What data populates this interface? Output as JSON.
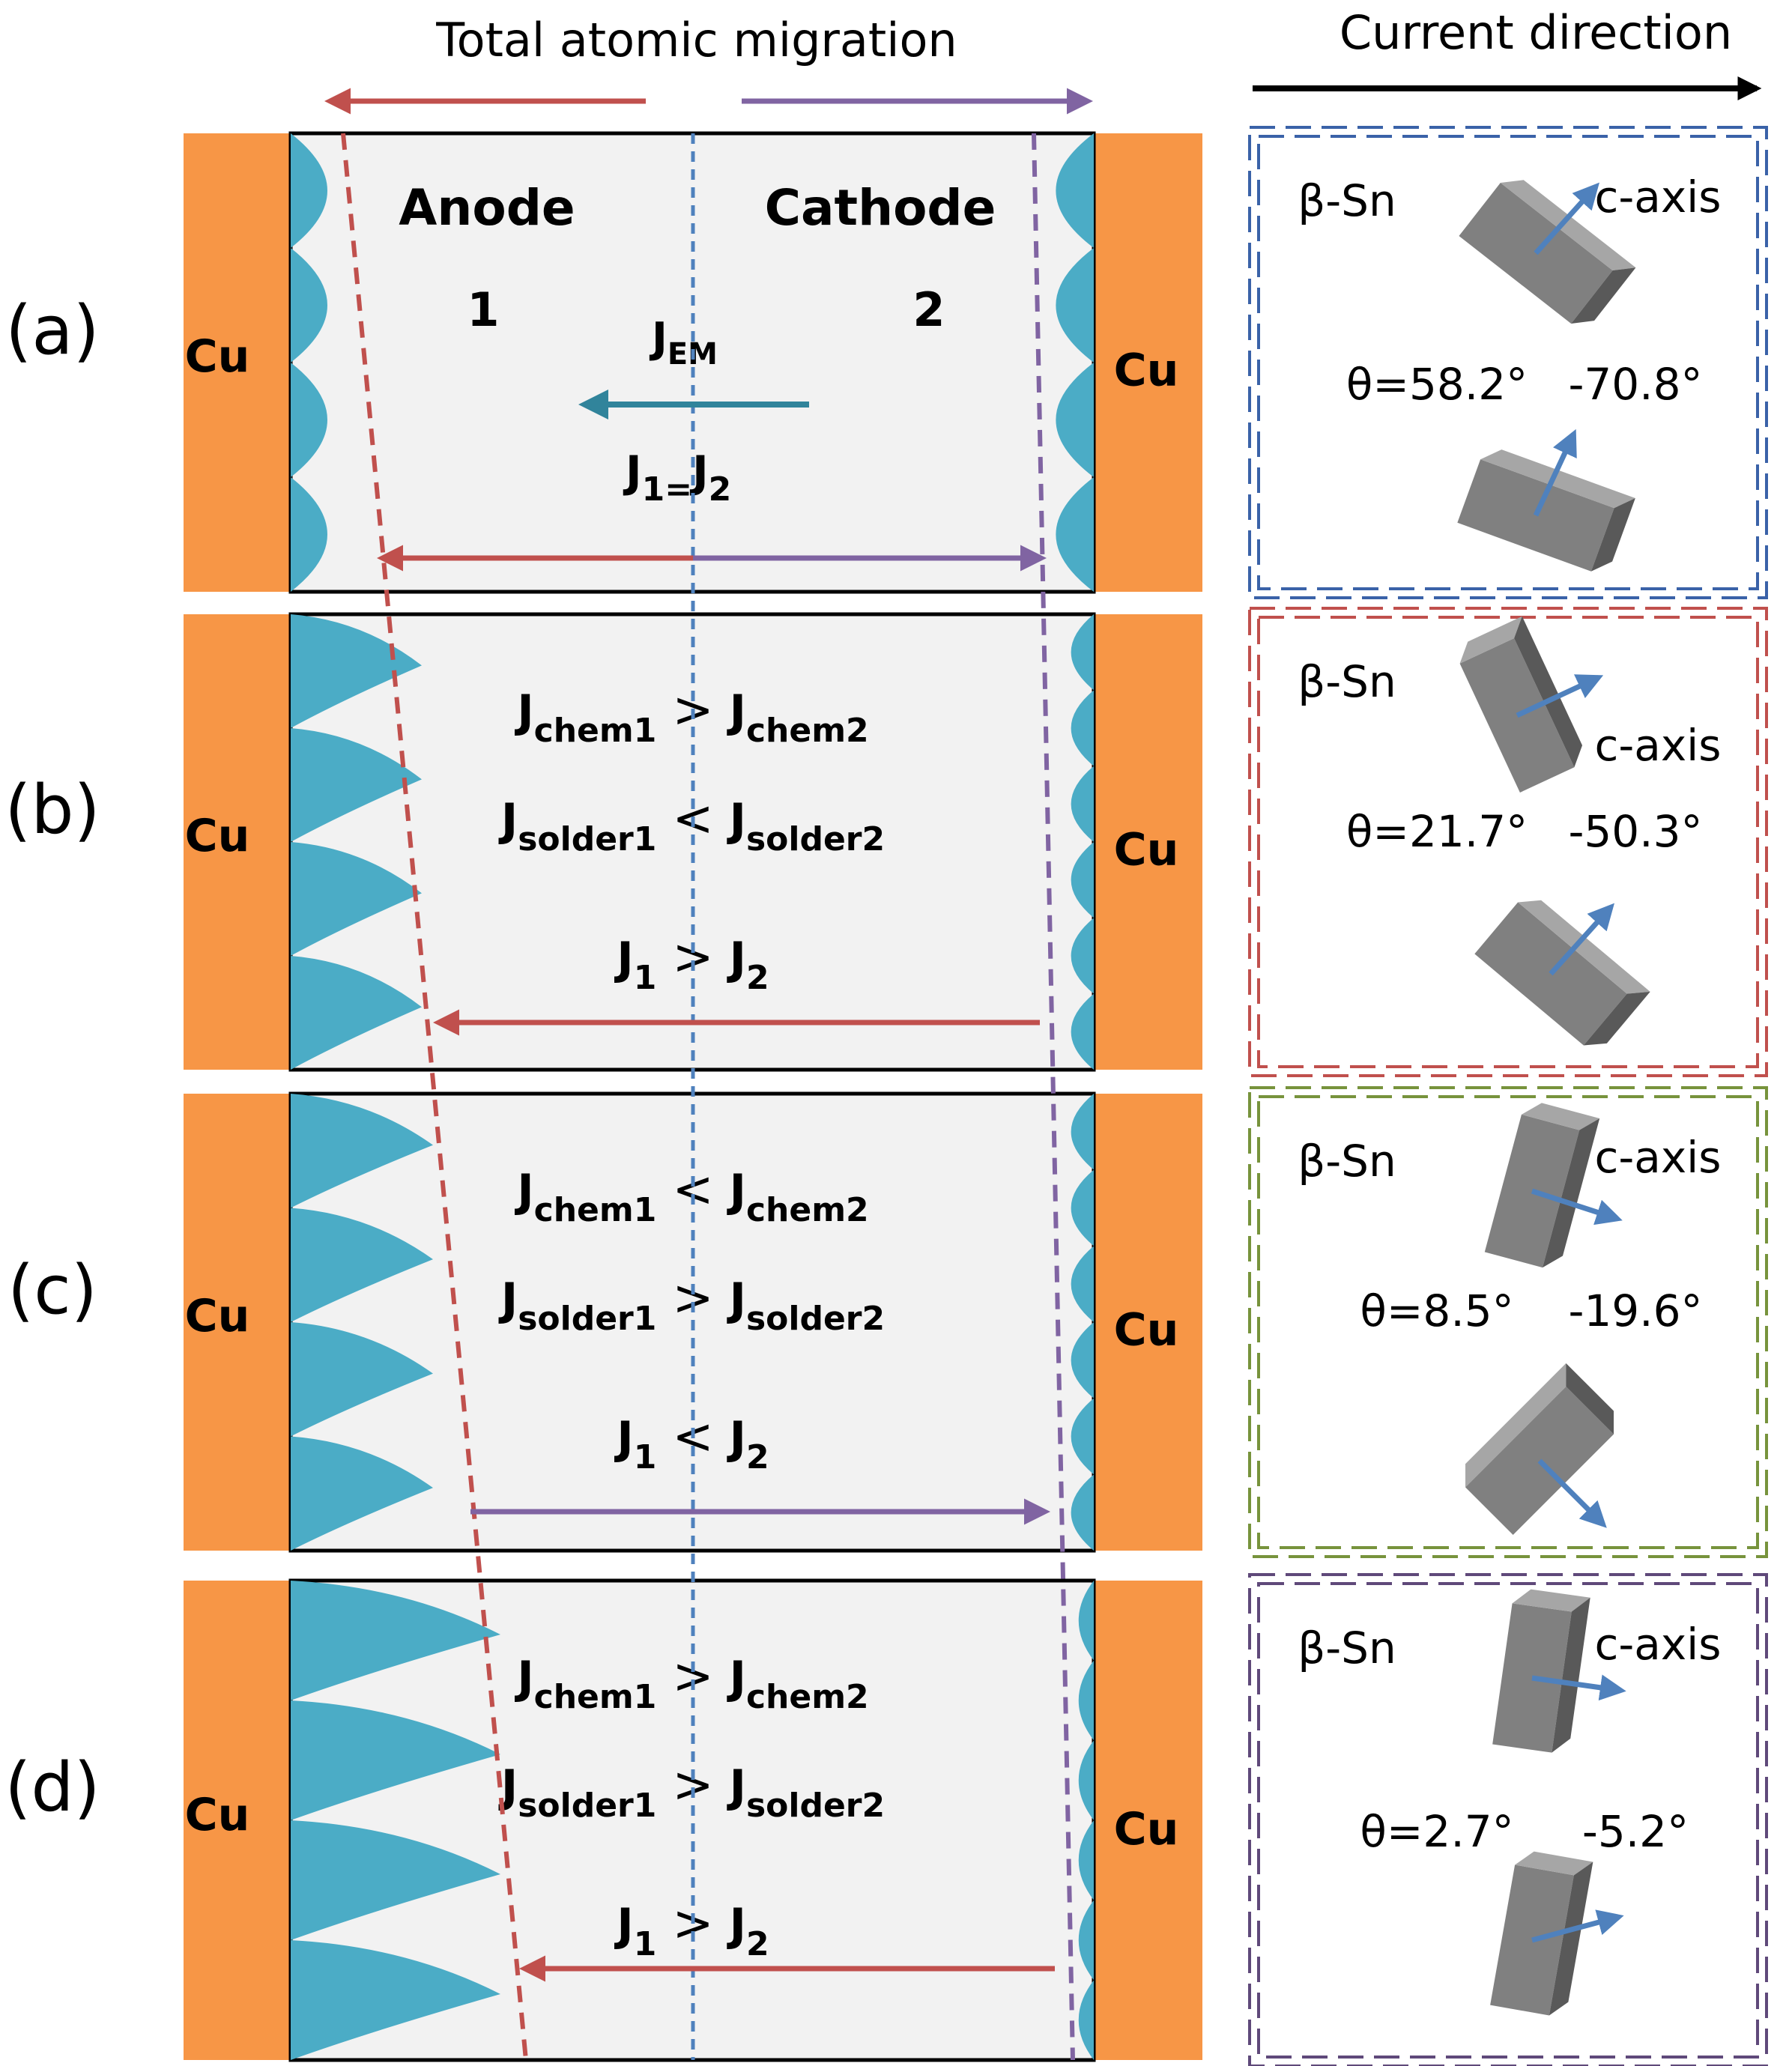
{
  "header": {
    "migration_title": "Total atomic migration",
    "current_title": "Current direction"
  },
  "common": {
    "cu_label": "Cu",
    "sn_label": "β-Sn",
    "caxis_label": "c-axis"
  },
  "panels": [
    {
      "letter": "(a)",
      "anode": "Anode",
      "cathode": "Cathode",
      "region1": "1",
      "region2": "2",
      "jem_main": "J",
      "jem_sub": "EM",
      "relations": [
        {
          "l_main": "J",
          "l_sub": "1=",
          "op": "",
          "r_main": "J",
          "r_sub": "2"
        }
      ],
      "theta1": "θ=58.2°",
      "theta2": "-70.8°",
      "frame_color": "#3a62a8"
    },
    {
      "letter": "(b)",
      "relations": [
        {
          "l_main": "J",
          "l_sub": "chem1",
          "op": ">",
          "r_main": "J",
          "r_sub": "chem2"
        },
        {
          "l_main": "J",
          "l_sub": "solder1",
          "op": "<",
          "r_main": "J",
          "r_sub": "solder2"
        },
        {
          "l_main": "J",
          "l_sub": "1",
          "op": ">",
          "r_main": "J",
          "r_sub": "2"
        }
      ],
      "theta1": "θ=21.7°",
      "theta2": "-50.3°",
      "frame_color": "#c0504d"
    },
    {
      "letter": "(c)",
      "relations": [
        {
          "l_main": "J",
          "l_sub": "chem1",
          "op": "<",
          "r_main": "J",
          "r_sub": "chem2"
        },
        {
          "l_main": "J",
          "l_sub": "solder1",
          "op": ">",
          "r_main": "J",
          "r_sub": "solder2"
        },
        {
          "l_main": "J",
          "l_sub": "1",
          "op": "<",
          "r_main": "J",
          "r_sub": "2"
        }
      ],
      "theta1": "θ=8.5°",
      "theta2": "-19.6°",
      "frame_color": "#77933c"
    },
    {
      "letter": "(d)",
      "relations": [
        {
          "l_main": "J",
          "l_sub": "chem1",
          "op": ">",
          "r_main": "J",
          "r_sub": "chem2"
        },
        {
          "l_main": "J",
          "l_sub": "solder1",
          "op": ">",
          "r_main": "J",
          "r_sub": "solder2"
        },
        {
          "l_main": "J",
          "l_sub": "1",
          "op": ">",
          "r_main": "J",
          "r_sub": "2"
        }
      ],
      "theta1": "θ=2.7°",
      "theta2": "-5.2°",
      "frame_color": "#5f497a"
    }
  ],
  "colors": {
    "copper": "#f79646",
    "imc": "#4bacc6",
    "solder_bg": "#f2f2f2",
    "anode_arrow": "#c0504d",
    "cathode_arrow": "#8064a2",
    "center_line": "#4f81bd",
    "em_arrow": "#31849b",
    "caxis_arrow": "#4f81bd",
    "crystal": "#808080"
  }
}
